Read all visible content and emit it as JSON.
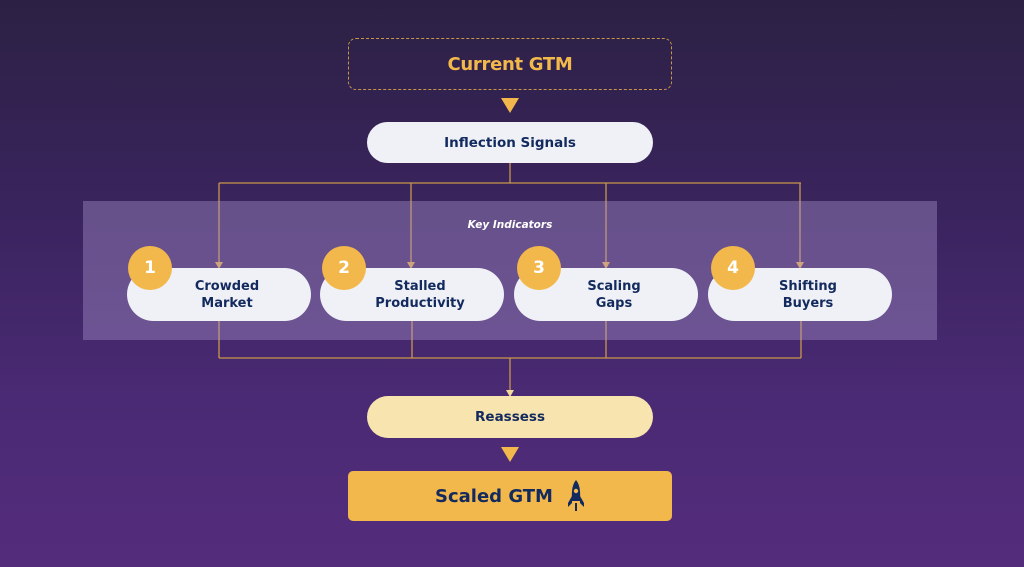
{
  "diagram": {
    "start": {
      "label": "Current GTM"
    },
    "signals": {
      "label": "Inflection Signals"
    },
    "panel": {
      "label": "Key Indicators"
    },
    "indicators": [
      {
        "number": "1",
        "line1": "Crowded",
        "line2": "Market"
      },
      {
        "number": "2",
        "line1": "Stalled",
        "line2": "Productivity"
      },
      {
        "number": "3",
        "line1": "Scaling",
        "line2": "Gaps"
      },
      {
        "number": "4",
        "line1": "Shifting",
        "line2": "Buyers"
      }
    ],
    "reassess": {
      "label": "Reassess"
    },
    "end": {
      "label": "Scaled GTM",
      "icon": "rocket-icon"
    },
    "colors": {
      "accent": "#f2b84b",
      "text_dark": "#132a5e",
      "pill_light": "#eff1f6",
      "reassess_bg": "#f8e4ae",
      "connector": "#c9964a"
    }
  }
}
